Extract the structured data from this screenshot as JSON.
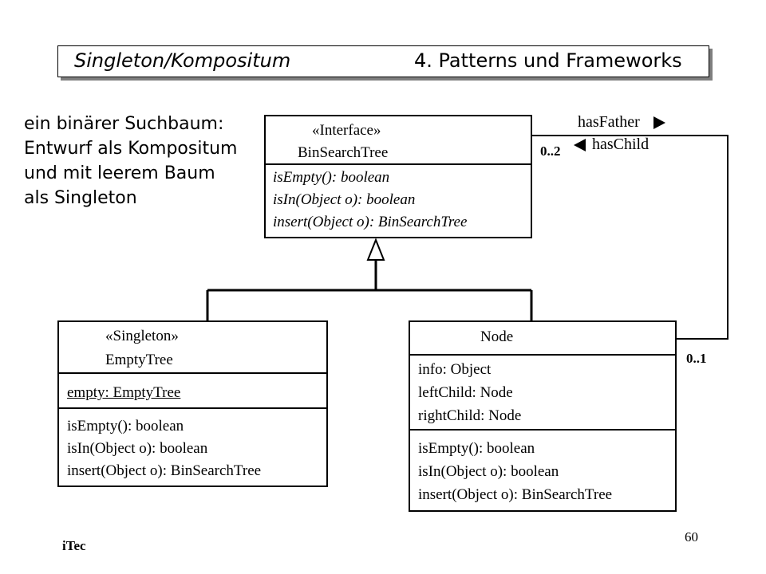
{
  "header": {
    "left": "Singleton/Kompositum",
    "right": "4. Patterns und Frameworks"
  },
  "intro": {
    "lines": [
      "ein binärer Suchbaum:",
      "Entwurf als Kompositum",
      "und mit leerem Baum",
      "als Singleton"
    ]
  },
  "interface_class": {
    "stereotype": "«Interface»",
    "name": "BinSearchTree",
    "methods": [
      "isEmpty(): boolean",
      "isIn(Object o): boolean",
      "insert(Object o): BinSearchTree"
    ]
  },
  "singleton_class": {
    "stereotype": "«Singleton»",
    "name": "EmptyTree",
    "attributes": [
      "empty: EmptyTree"
    ],
    "methods": [
      "isEmpty(): boolean",
      "isIn(Object o): boolean",
      "insert(Object o): BinSearchTree"
    ]
  },
  "node_class": {
    "name": "Node",
    "attributes": [
      "info: Object",
      "leftChild: Node",
      "rightChild: Node"
    ],
    "methods": [
      "isEmpty(): boolean",
      "isIn(Object o): boolean",
      "insert(Object o): BinSearchTree"
    ]
  },
  "association": {
    "has_father": "hasFather",
    "has_child": "hasChild",
    "multiplicity_top": "0..2",
    "multiplicity_bottom": "0..1"
  },
  "footer": {
    "left": "iTec",
    "page_number": "60"
  }
}
